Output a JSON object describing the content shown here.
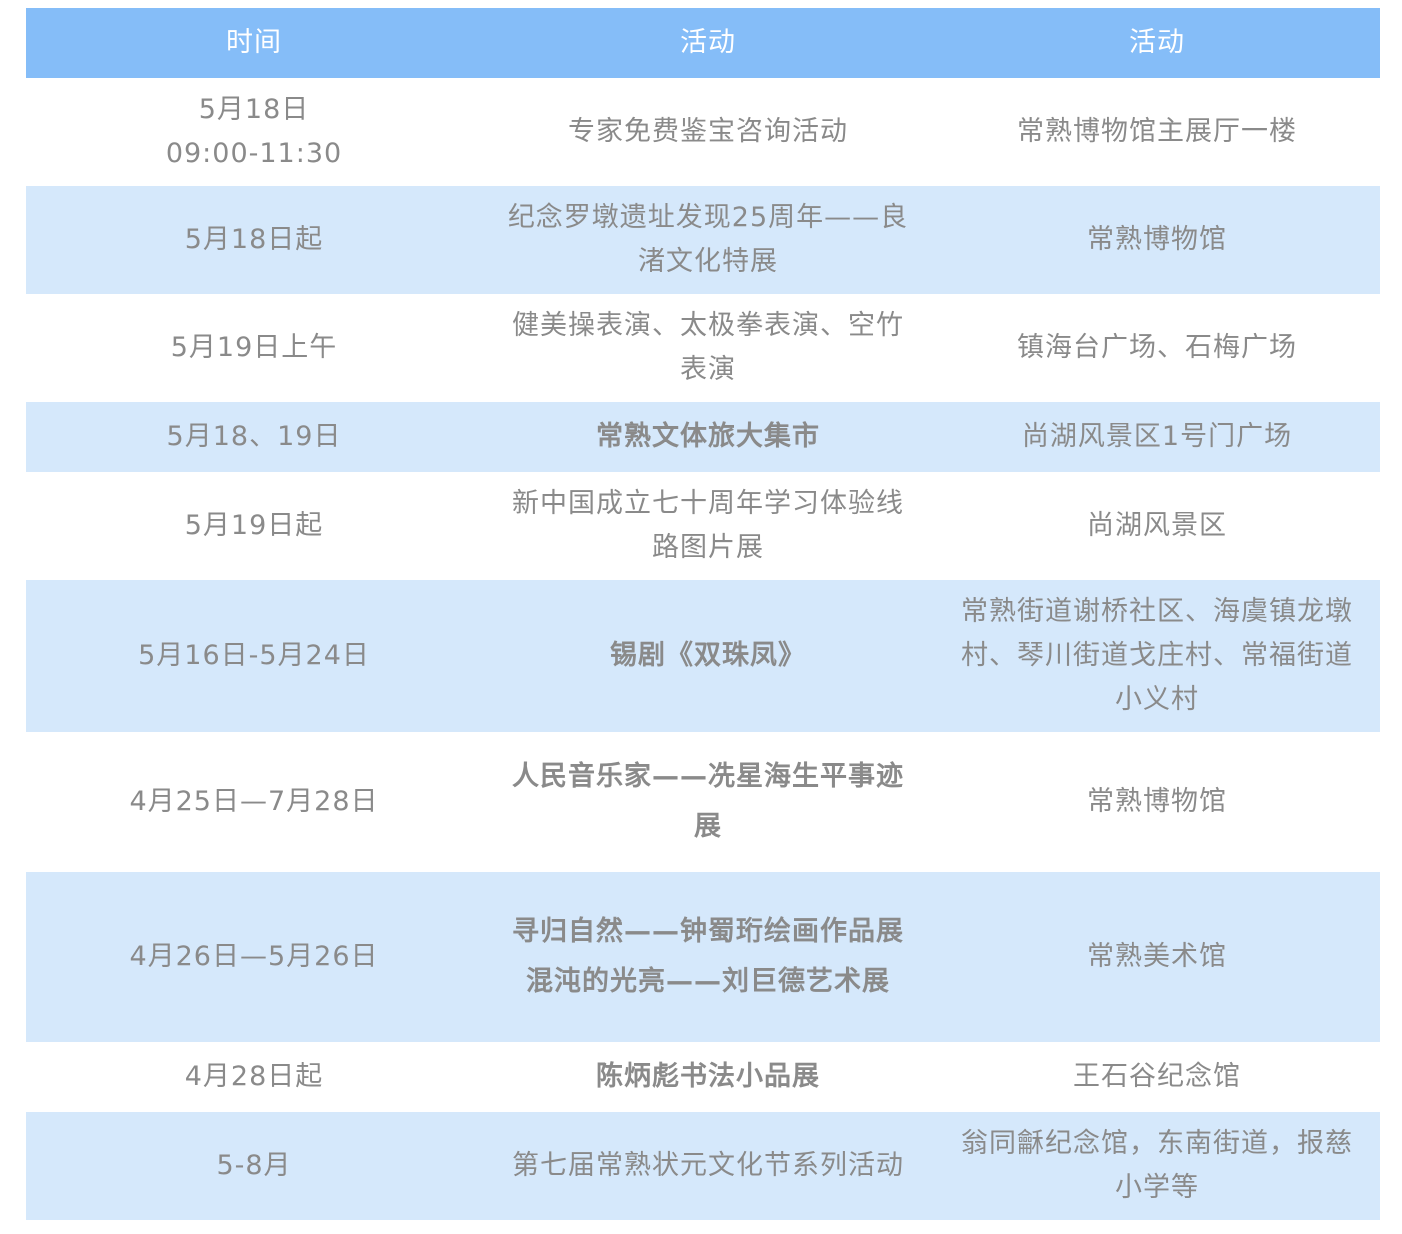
{
  "header": {
    "col1": "时间",
    "col2": "活动",
    "col3": "活动"
  },
  "colors": {
    "header_bg": "#85bdf8",
    "alt_row_bg": "#d5e8fb",
    "text": "#8a8a8a",
    "header_text": "#ffffff"
  },
  "rows": [
    {
      "time": "5月18日\n09:00-11:30",
      "activity": "专家免费鉴宝咨询活动",
      "venue": "常熟博物馆主展厅一楼"
    },
    {
      "time": "5月18日起",
      "activity": "纪念罗墩遗址发现25周年——良渚文化特展",
      "venue": "常熟博物馆"
    },
    {
      "time": "5月19日上午",
      "activity": "健美操表演、太极拳表演、空竹表演",
      "venue": "镇海台广场、石梅广场"
    },
    {
      "time": "5月18、19日",
      "activity": "常熟文体旅大集市",
      "venue": "尚湖风景区1号门广场"
    },
    {
      "time": "5月19日起",
      "activity": "新中国成立七十周年学习体验线路图片展",
      "venue": "尚湖风景区"
    },
    {
      "time": "5月16日-5月24日",
      "activity": "锡剧《双珠凤》",
      "venue": "常熟街道谢桥社区、海虞镇龙墩村、琴川街道戈庄村、常福街道小义村"
    },
    {
      "time": "4月25日—7月28日",
      "activity": "人民音乐家——冼星海生平事迹展",
      "venue": "常熟博物馆"
    },
    {
      "time": "4月26日—5月26日",
      "activity": "寻归自然——钟蜀珩绘画作品展",
      "activity2": "混沌的光亮——刘巨德艺术展",
      "venue": "常熟美术馆"
    },
    {
      "time": "4月28日起",
      "activity": "陈炳彪书法小品展",
      "venue": "王石谷纪念馆"
    },
    {
      "time": "5-8月",
      "activity": "第七届常熟状元文化节系列活动",
      "venue": "翁同龢纪念馆，东南街道，报慈小学等"
    }
  ]
}
